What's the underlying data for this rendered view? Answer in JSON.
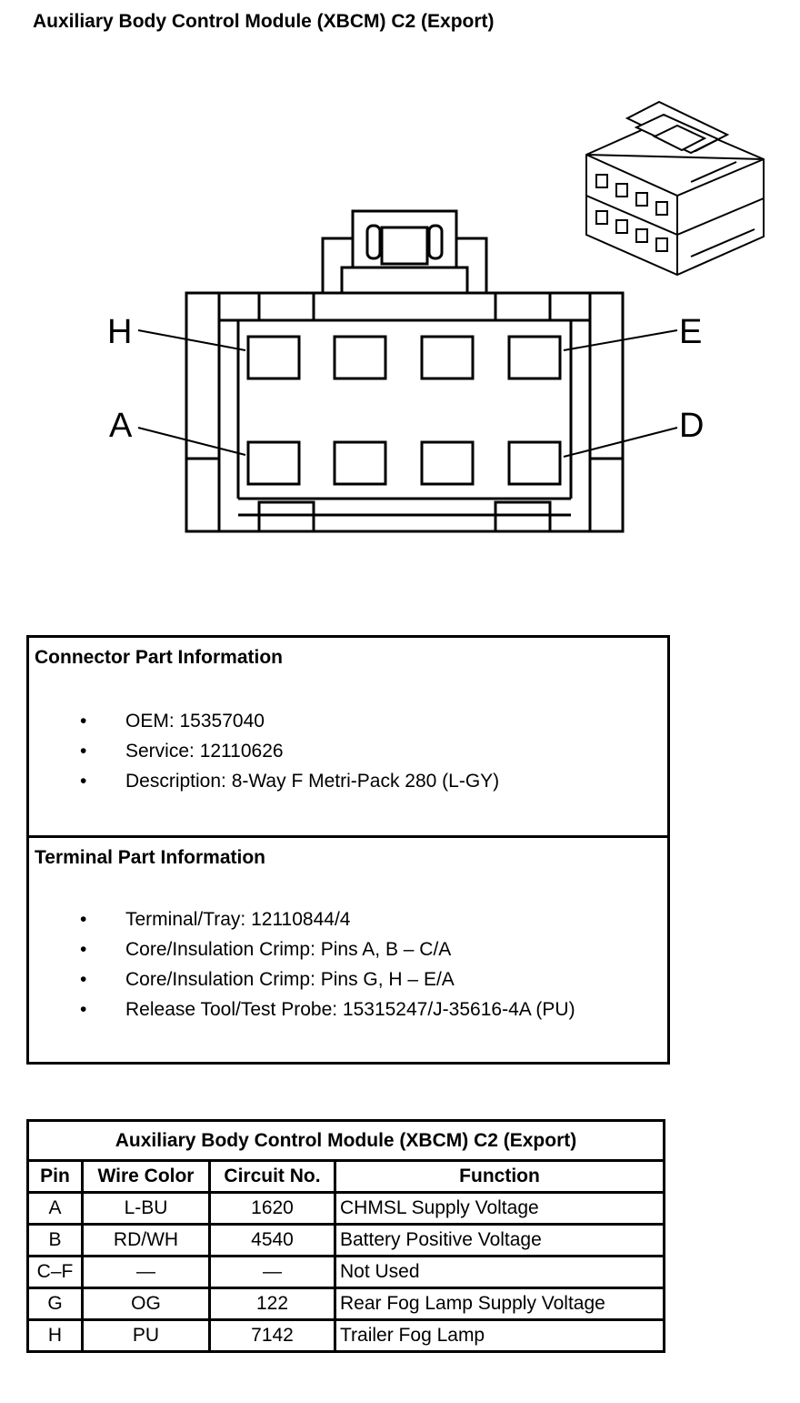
{
  "page": {
    "title": "Auxiliary Body Control Module (XBCM) C2 (Export)"
  },
  "connector_view": {
    "pin_labels": {
      "top_left": "H",
      "top_right": "E",
      "bottom_left": "A",
      "bottom_right": "D"
    }
  },
  "connector_part_info": {
    "title": "Connector Part Information",
    "bullet": "•",
    "items": [
      "OEM: 15357040",
      "Service: 12110626",
      "Description: 8-Way F Metri-Pack 280 (L-GY)"
    ]
  },
  "terminal_part_info": {
    "title": "Terminal Part Information",
    "items": [
      "Terminal/Tray: 12110844/4",
      "Core/Insulation Crimp: Pins A, B – C/A",
      "Core/Insulation Crimp: Pins G, H – E/A",
      "Release Tool/Test Probe: 15315247/J-35616-4A (PU)"
    ]
  },
  "pin_table": {
    "caption": "Auxiliary Body Control Module (XBCM) C2 (Export)",
    "headers": [
      "Pin",
      "Wire Color",
      "Circuit No.",
      "Function"
    ],
    "rows": [
      [
        "A",
        "L-BU",
        "1620",
        "CHMSL Supply Voltage"
      ],
      [
        "B",
        "RD/WH",
        "4540",
        "Battery Positive Voltage"
      ],
      [
        "C–F",
        "—",
        "—",
        "Not Used"
      ],
      [
        "G",
        "OG",
        "122",
        "Rear Fog Lamp Supply Voltage"
      ],
      [
        "H",
        "PU",
        "7142",
        "Trailer Fog Lamp"
      ]
    ]
  }
}
